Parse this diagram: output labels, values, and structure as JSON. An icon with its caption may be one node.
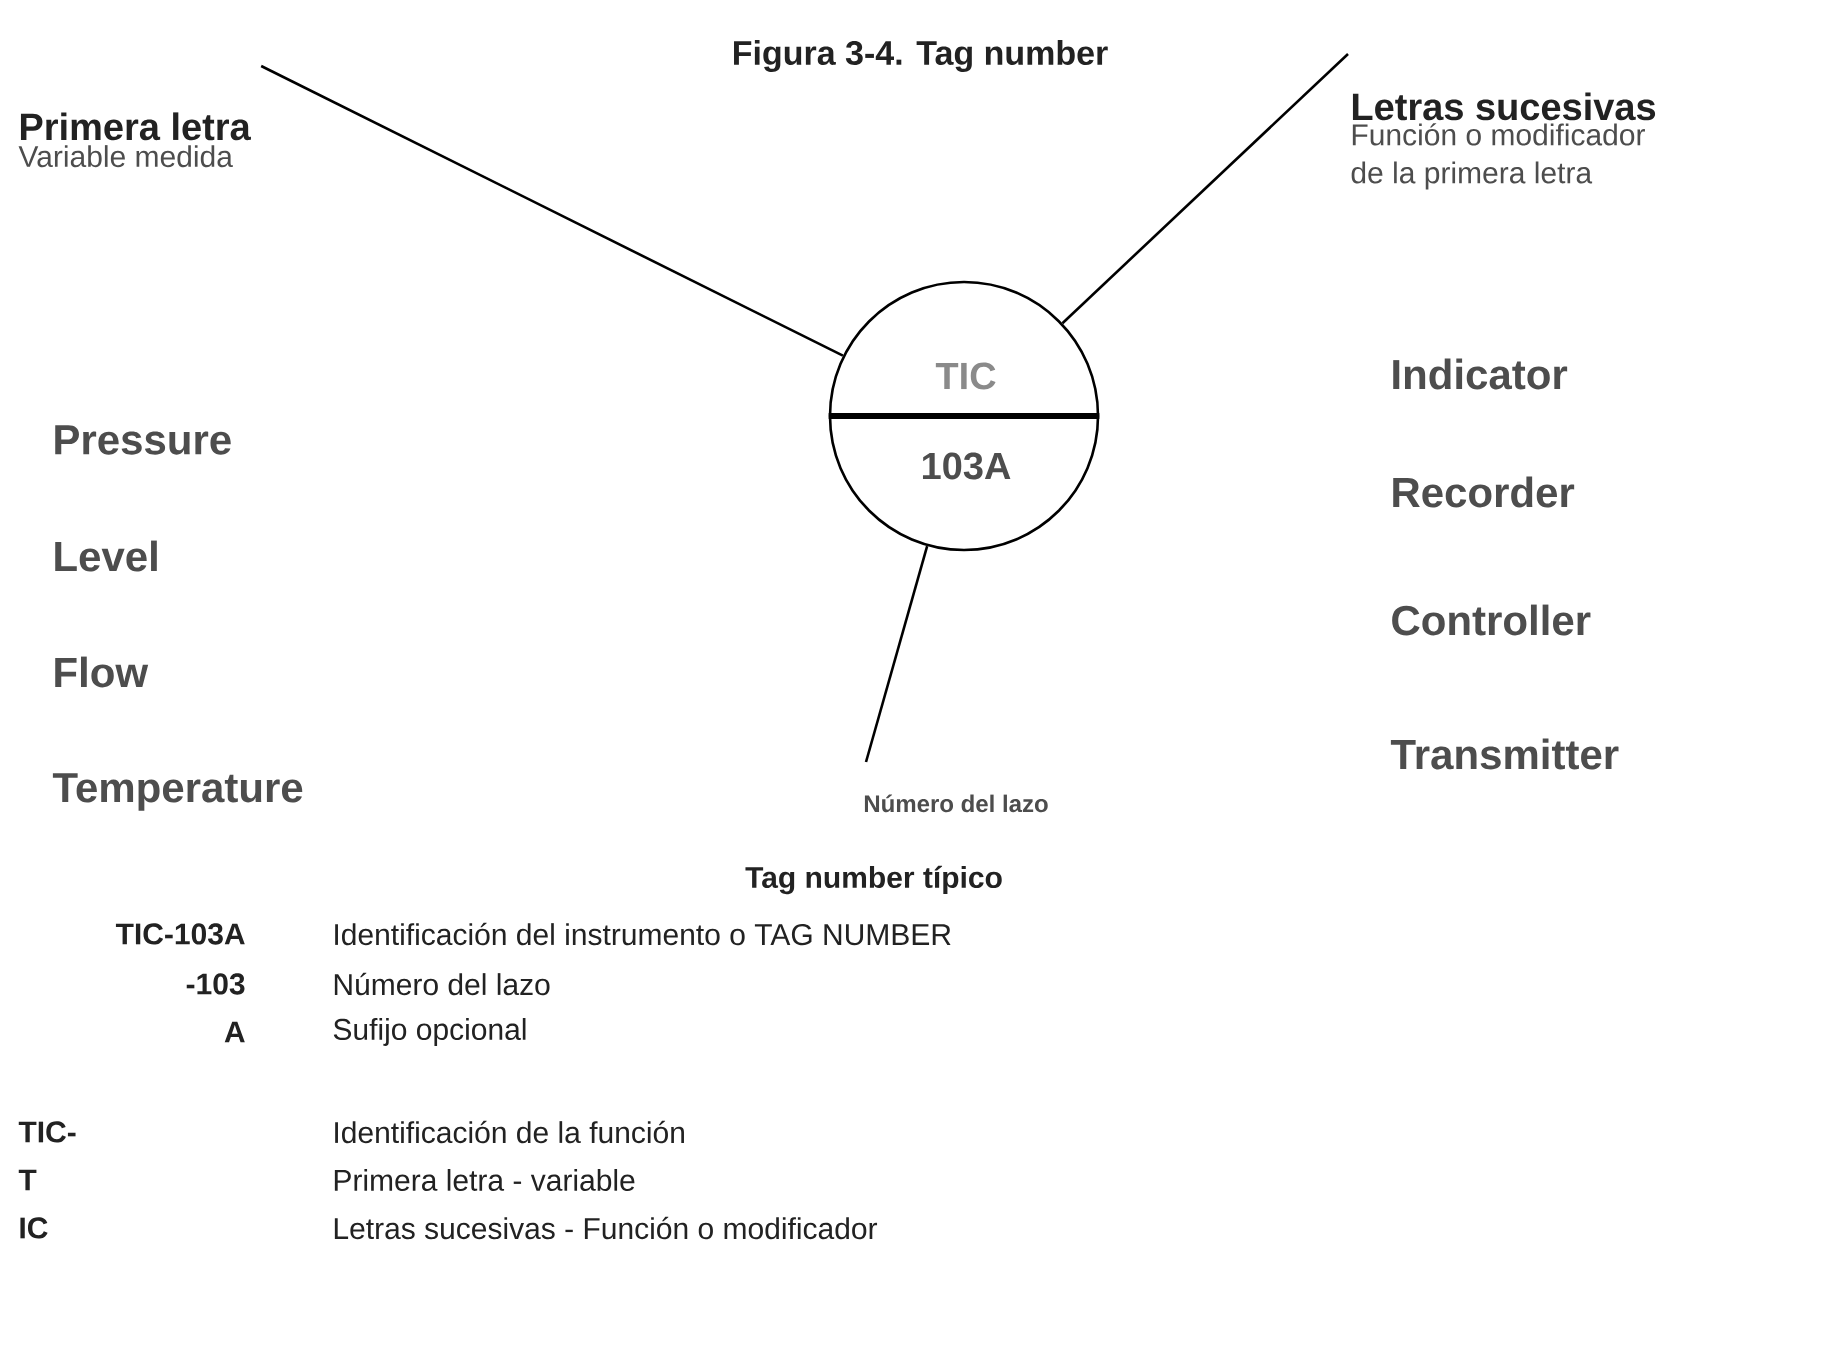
{
  "diagram": {
    "title": "Figura 3-4. Tag number",
    "nodes": [
      {
        "text": [
          "Primera letra",
          "Variable medida"
        ]
      },
      {
        "text": [
          "Letras sucesivas",
          "Función o modificador de la primera letra"
        ]
      },
      {
        "text": [
          "TIC",
          "103A"
        ]
      },
      {
        "text": [
          "Número del lazo"
        ]
      }
    ],
    "edges": [
      {
        "from": 0,
        "to": 2,
        "arrow": "none"
      },
      {
        "from": 1,
        "to": 2,
        "arrow": "none"
      },
      {
        "from": 3,
        "to": 2,
        "arrow": "none"
      }
    ],
    "labels": [
      "Pressure",
      "Indicator",
      "Level",
      "Recorder",
      "Flow",
      "Controller",
      "Temperature",
      "Transmitter",
      "Tag number típico",
      "TIC-103A",
      "Identificación del instrumento o TAG NUMBER",
      "-103",
      "Número del lazo",
      "A",
      "Sufijo opcional",
      "TIC-",
      "Identificación de la función",
      "T",
      "Primera letra - variable",
      "IC",
      "Letras sucesivas - Función o modificador"
    ]
  }
}
